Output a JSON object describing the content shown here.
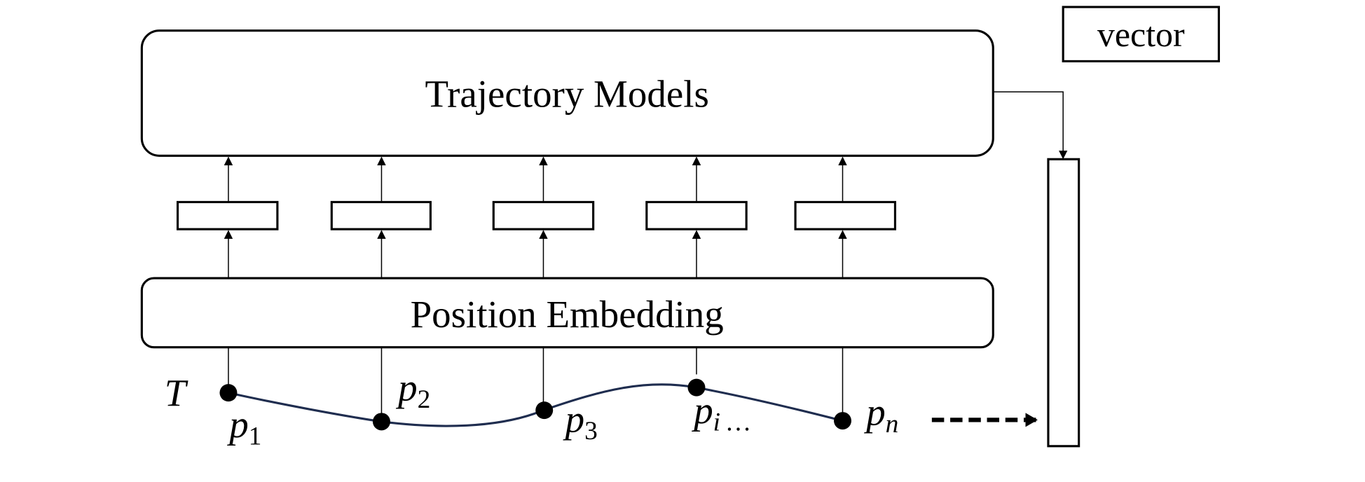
{
  "diagram": {
    "top_box_label": "Trajectory Models",
    "embedding_box_label": "Position Embedding",
    "vector_label": "vector",
    "trajectory_label": "T",
    "points": [
      {
        "base": "p",
        "sub": "1"
      },
      {
        "base": "p",
        "sub": "2"
      },
      {
        "base": "p",
        "sub": "3"
      },
      {
        "base": "p",
        "sub": "i …"
      },
      {
        "base": "p",
        "sub": "n"
      }
    ],
    "curve_color": "#1f2d4f"
  }
}
